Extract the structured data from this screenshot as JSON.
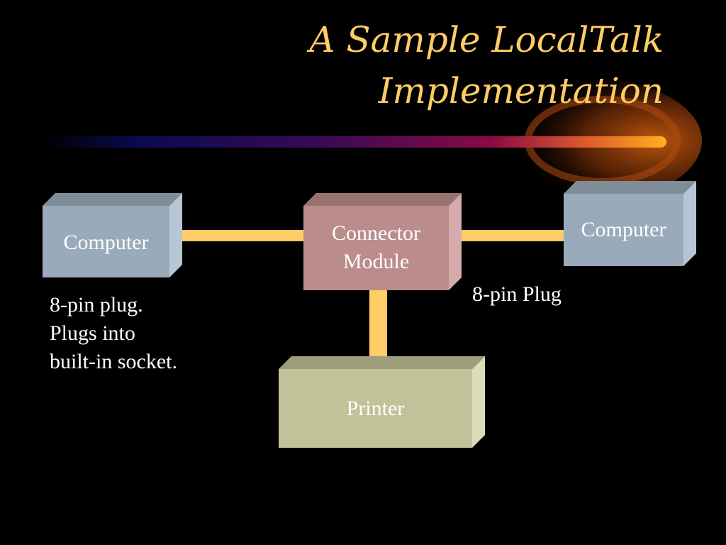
{
  "title": {
    "line1": "A Sample LocalTalk",
    "line2": "Implementation"
  },
  "nodes": {
    "computer_left": "Computer",
    "connector_line1": "Connector",
    "connector_line2": "Module",
    "computer_right": "Computer",
    "printer": "Printer"
  },
  "notes": {
    "left_line1": "8-pin plug.",
    "left_line2": "Plugs into",
    "left_line3": "built-in socket.",
    "right": "8-pin Plug"
  },
  "colors": {
    "background": "#000000",
    "title": "#FFCC66",
    "computer_box": "#99AABB",
    "connector_box": "#BB8C8C",
    "printer_box": "#C2C29A",
    "cable": "#FFCC66",
    "label_text": "#FFFFFF"
  }
}
